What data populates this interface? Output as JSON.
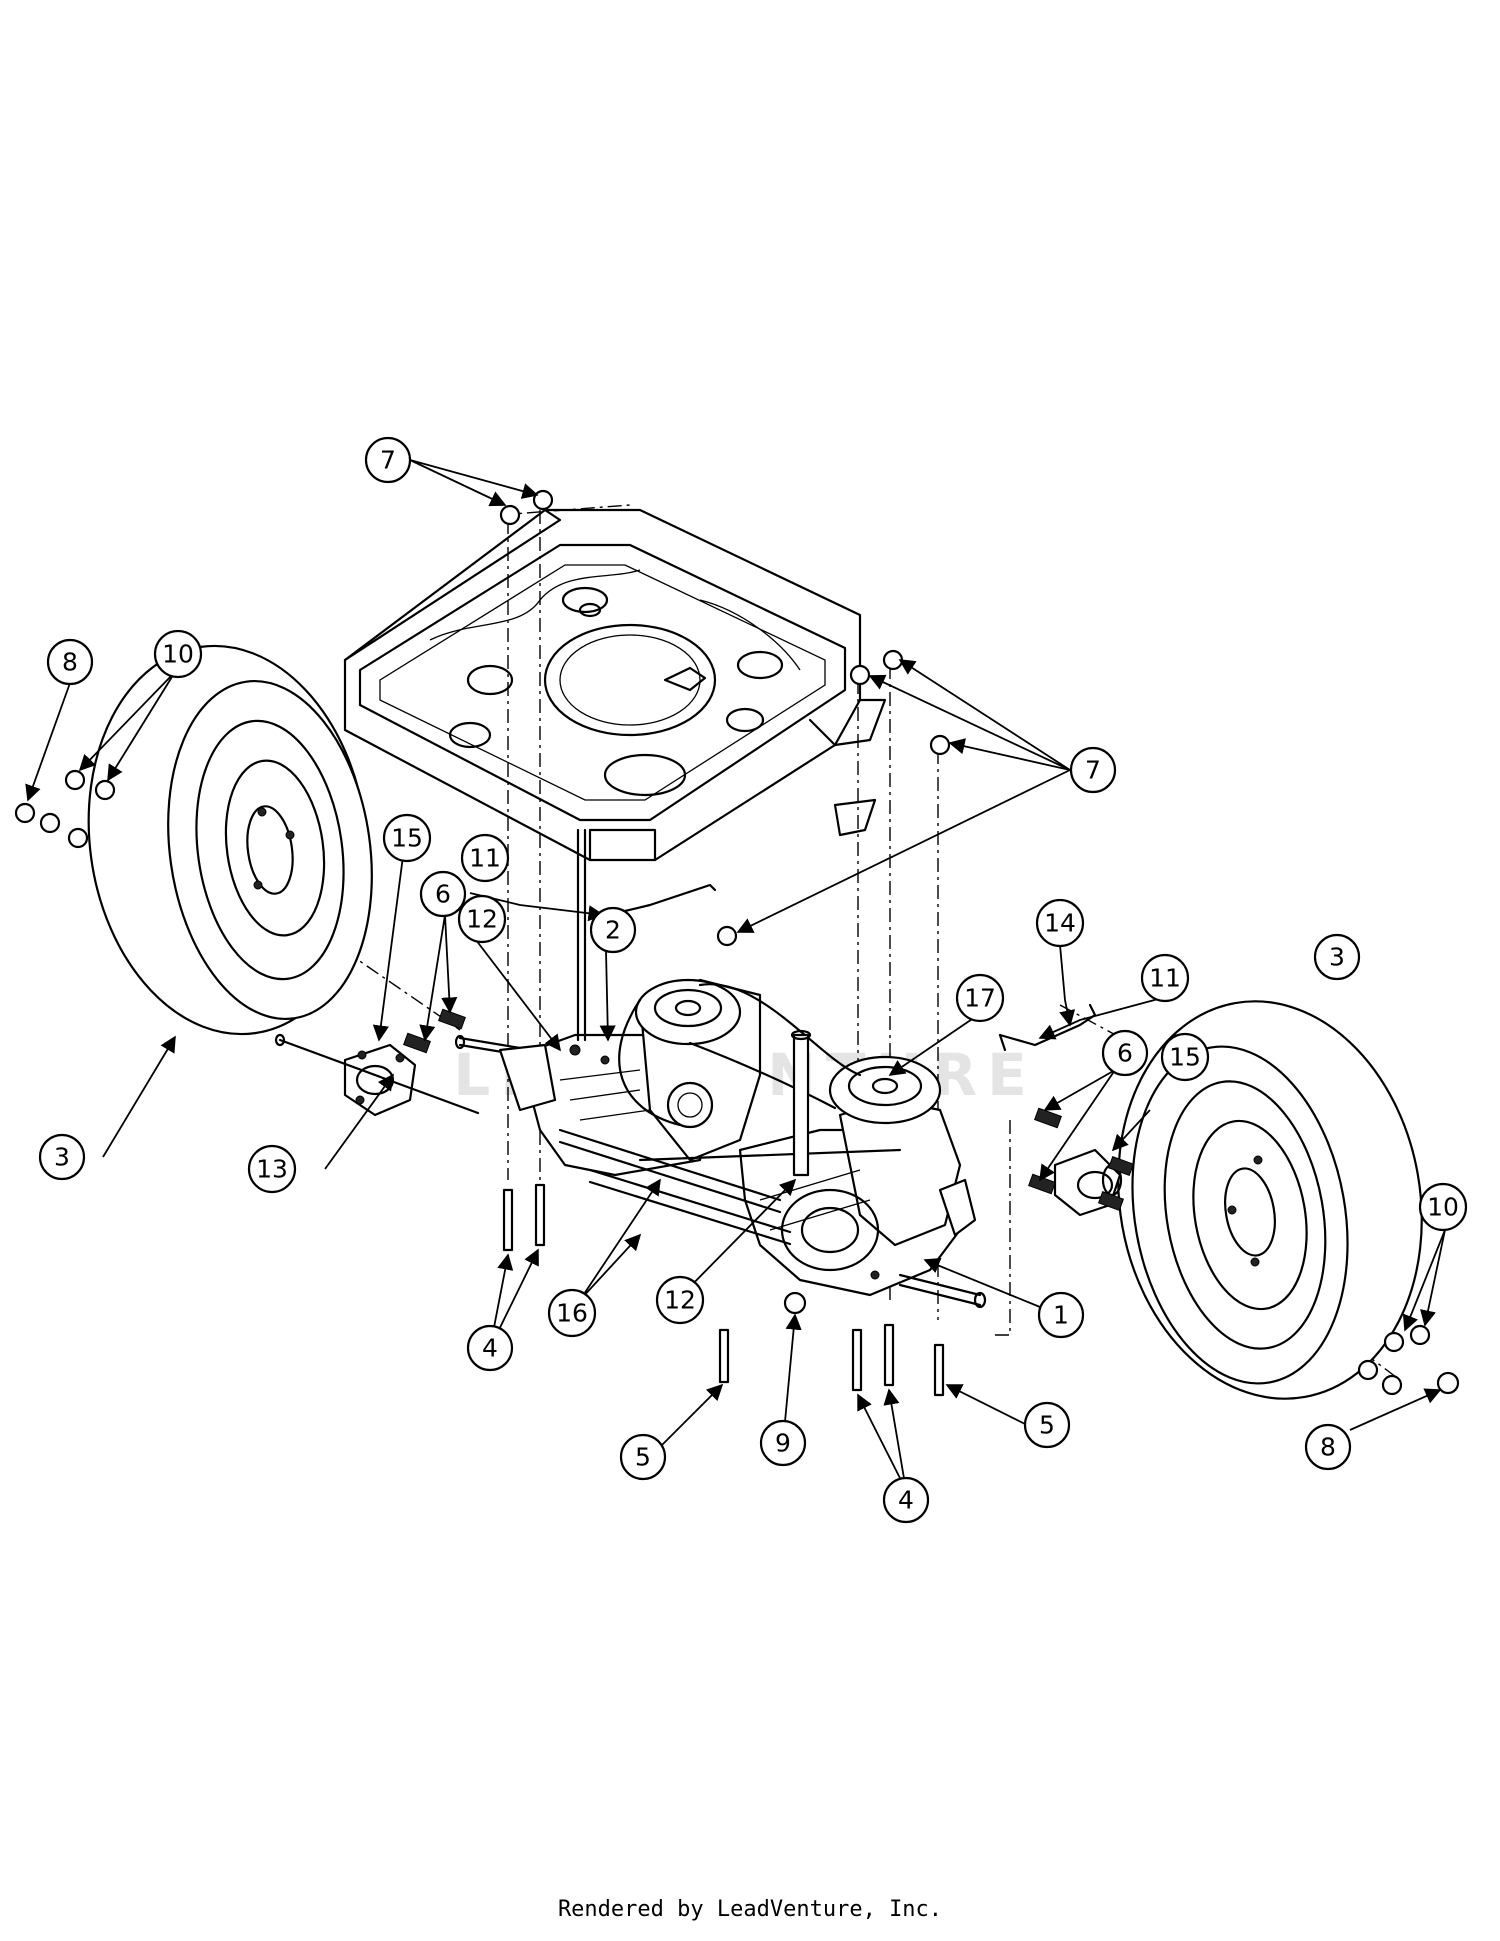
{
  "footer": {
    "credit": "Rendered by LeadVenture, Inc."
  },
  "watermark": {
    "text": "LEADVENTURE"
  },
  "callouts": {
    "c1": "1",
    "c2": "2",
    "c3a": "3",
    "c3b": "3",
    "c4a": "4",
    "c4b": "4",
    "c5a": "5",
    "c5b": "5",
    "c6a": "6",
    "c6b": "6",
    "c7a": "7",
    "c7b": "7",
    "c8a": "8",
    "c8b": "8",
    "c9": "9",
    "c10a": "10",
    "c10b": "10",
    "c11a": "11",
    "c11b": "11",
    "c12a": "12",
    "c12b": "12",
    "c13": "13",
    "c14": "14",
    "c15a": "15",
    "c15b": "15",
    "c16": "16",
    "c17": "17"
  }
}
